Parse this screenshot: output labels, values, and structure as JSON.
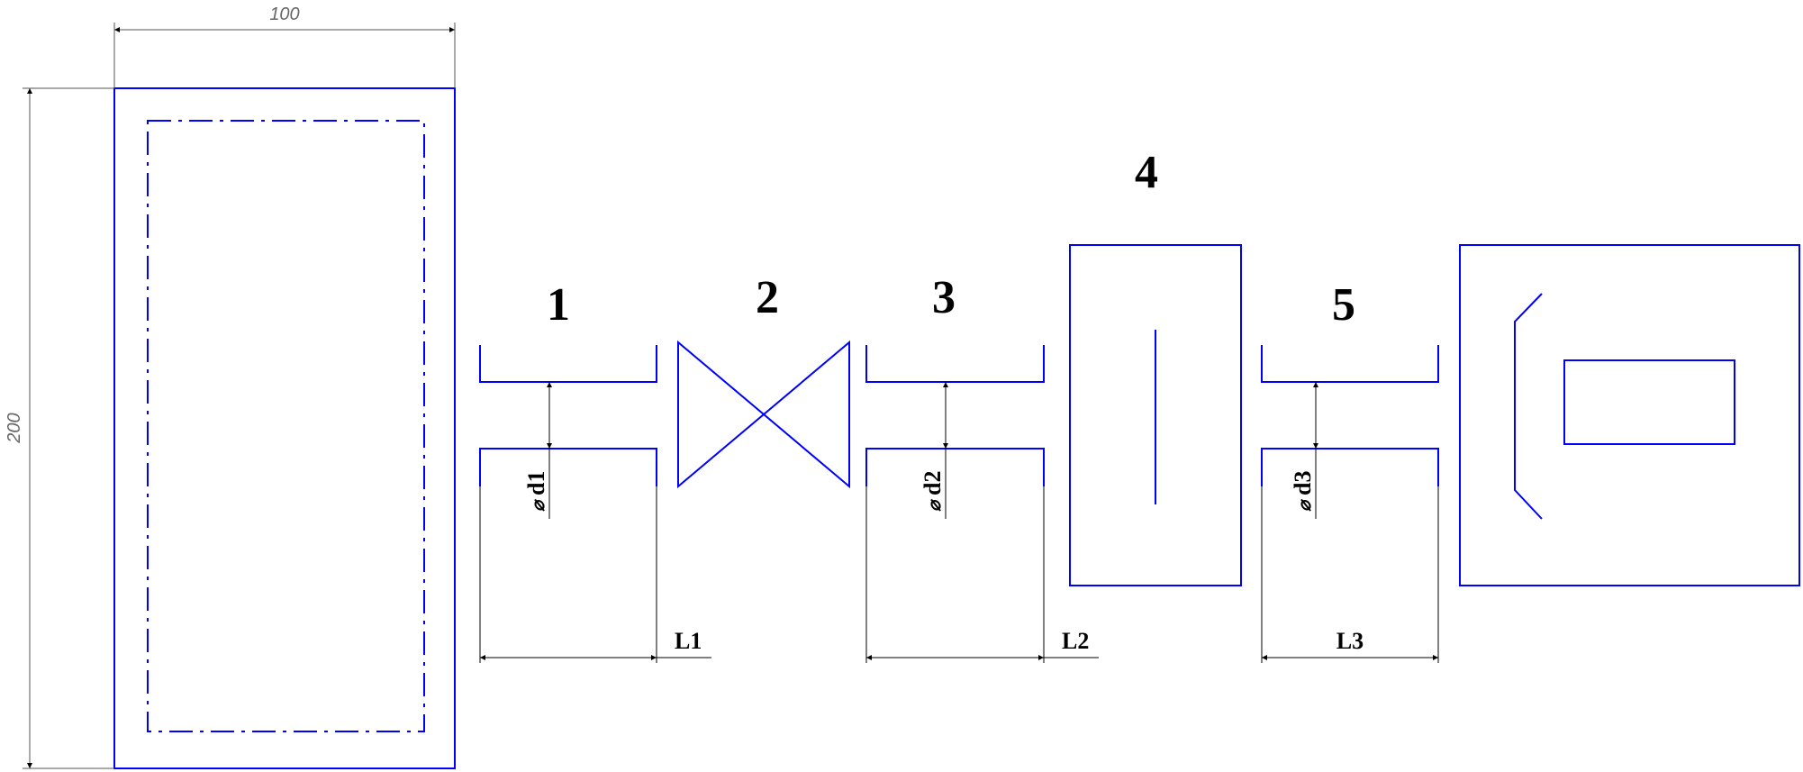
{
  "overall_dimensions": {
    "width": "100",
    "height": "200"
  },
  "sections": [
    {
      "number": "1",
      "diameter_symbol": "⌀",
      "diameter": "d1",
      "length": "L1"
    },
    {
      "number": "2"
    },
    {
      "number": "3",
      "diameter_symbol": "⌀",
      "diameter": "d2",
      "length": "L2"
    },
    {
      "number": "4"
    },
    {
      "number": "5",
      "diameter_symbol": "⌀",
      "diameter": "d3",
      "length": "L3"
    }
  ],
  "colors": {
    "outline": "#0000ff",
    "dimension": "#000000"
  }
}
